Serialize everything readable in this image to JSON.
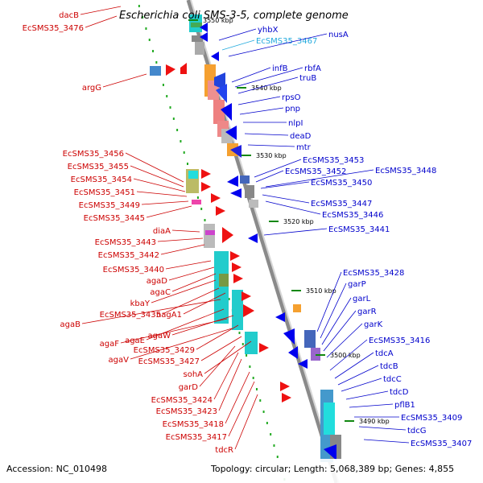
{
  "title": "Escherichia coli SMS-3-5, complete genome",
  "footer": {
    "accession": "Accession: NC_010498",
    "summary": "Topology: circular; Length: 5,068,389 bp; Genes: 4,855"
  },
  "colors": {
    "backbone": "#888888",
    "left_label": "#cc0000",
    "right_label": "#0000cc",
    "highlight_label": "#22aadd",
    "tick": "#118811"
  },
  "kbp_ticks": [
    {
      "text": "3550 kbp",
      "kbp": 3550
    },
    {
      "text": "3540 kbp",
      "kbp": 3540
    },
    {
      "text": "3530 kbp",
      "kbp": 3530
    },
    {
      "text": "3520 kbp",
      "kbp": 3520
    },
    {
      "text": "3510 kbp",
      "kbp": 3510
    },
    {
      "text": "3500 kbp",
      "kbp": 3500
    },
    {
      "text": "3490 kbp",
      "kbp": 3490
    }
  ],
  "left_labels": [
    "dacB",
    "EcSMS35_3476",
    "argG",
    "EcSMS35_3456",
    "EcSMS35_3455",
    "EcSMS35_3454",
    "EcSMS35_3451",
    "EcSMS35_3449",
    "EcSMS35_3445",
    "diaA",
    "EcSMS35_3443",
    "EcSMS35_3442",
    "EcSMS35_3440",
    "agaD",
    "agaC",
    "kbaY",
    "EcSMS35_3435",
    "nagA1",
    "agaB",
    "agaE",
    "agaW",
    "agaF",
    "EcSMS35_3429",
    "agaV",
    "EcSMS35_3427",
    "sohA",
    "garD",
    "EcSMS35_3424",
    "EcSMS35_3423",
    "EcSMS35_3418",
    "EcSMS35_3417",
    "tdcR"
  ],
  "right_labels": [
    "yhbX",
    "EcSMS35_3467",
    "nusA",
    "infB",
    "rbfA",
    "truB",
    "rpsO",
    "pnp",
    "nlpI",
    "deaD",
    "mtr",
    "EcSMS35_3453",
    "EcSMS35_3452",
    "EcSMS35_3448",
    "EcSMS35_3450",
    "EcSMS35_3447",
    "EcSMS35_3446",
    "EcSMS35_3441",
    "EcSMS35_3428",
    "garP",
    "garL",
    "garR",
    "garK",
    "EcSMS35_3416",
    "tdcA",
    "tdcB",
    "tdcC",
    "tdcD",
    "pflB1",
    "EcSMS35_3409",
    "tdcG",
    "EcSMS35_3407"
  ],
  "highlighted_right": "EcSMS35_3467"
}
